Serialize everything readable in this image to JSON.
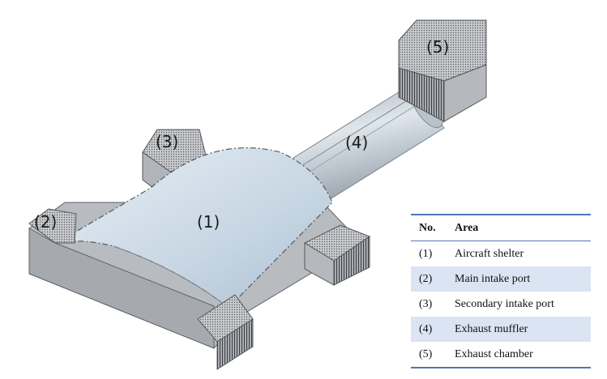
{
  "callouts": {
    "shelter": "(1)",
    "main_intake": "(2)",
    "secondary_intake": "(3)",
    "muffler": "(4)",
    "chamber": "(5)"
  },
  "legend": {
    "headers": [
      "No.",
      "Area"
    ],
    "rows": [
      {
        "no": "(1)",
        "area": "Aircraft shelter"
      },
      {
        "no": "(2)",
        "area": "Main intake port"
      },
      {
        "no": "(3)",
        "area": "Secondary intake port"
      },
      {
        "no": "(4)",
        "area": "Exhaust muffler"
      },
      {
        "no": "(5)",
        "area": "Exhaust chamber"
      }
    ]
  },
  "colors": {
    "accent": "#4f76b8",
    "row_shade": "#dbe4f2",
    "model_gray": "#bcc0c5",
    "shelter_blue": "#d6e3ee"
  }
}
